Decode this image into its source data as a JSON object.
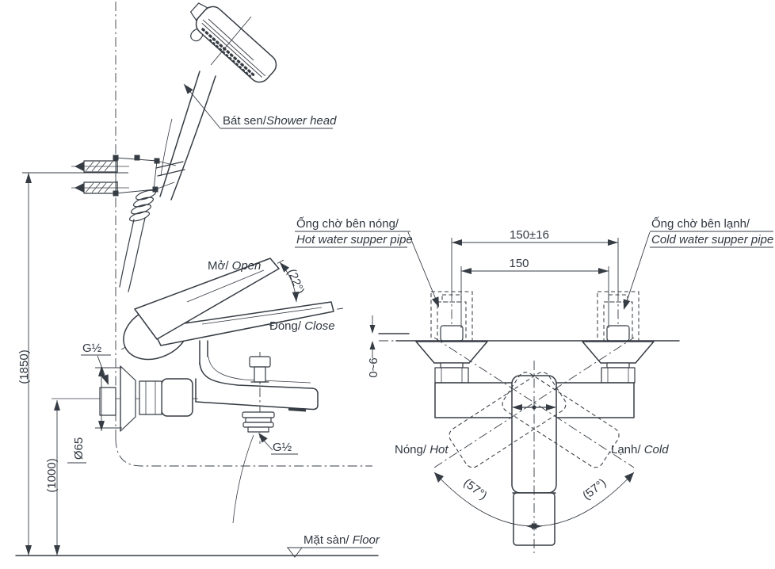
{
  "drawing": {
    "side_view": {
      "shower_head_label": {
        "vi": "Bát sen/",
        "en": "Shower head"
      },
      "open_label": {
        "vi": "Mở/",
        "en": " Open"
      },
      "close_label": {
        "vi": "Đóng/",
        "en": " Close"
      },
      "open_angle": "(22°)",
      "wall_thread": "G½",
      "spout_thread": "G½",
      "flange_diameter": "Ø65",
      "shower_height": "(1850)",
      "faucet_height": "(1000)",
      "floor_label": {
        "vi": "Mặt sàn/",
        "en": " Floor"
      }
    },
    "front_view": {
      "hot_pipe_label": {
        "vi": "Ống chờ bên nóng/",
        "en": "Hot water supper pipe"
      },
      "cold_pipe_label": {
        "vi": "Ống chờ bên lạnh/",
        "en": "Cold water supper pipe"
      },
      "pitch_with_tolerance": "150±16",
      "pitch": "150",
      "wall_gap": "0~6",
      "hot_label": {
        "vi": "Nóng/",
        "en": " Hot"
      },
      "cold_label": {
        "vi": "Lạnh/",
        "en": " Cold"
      },
      "handle_angle_left": "(57°)",
      "handle_angle_right": "(57°)"
    },
    "colors": {
      "line": "#363c44",
      "background": "#ffffff"
    }
  }
}
